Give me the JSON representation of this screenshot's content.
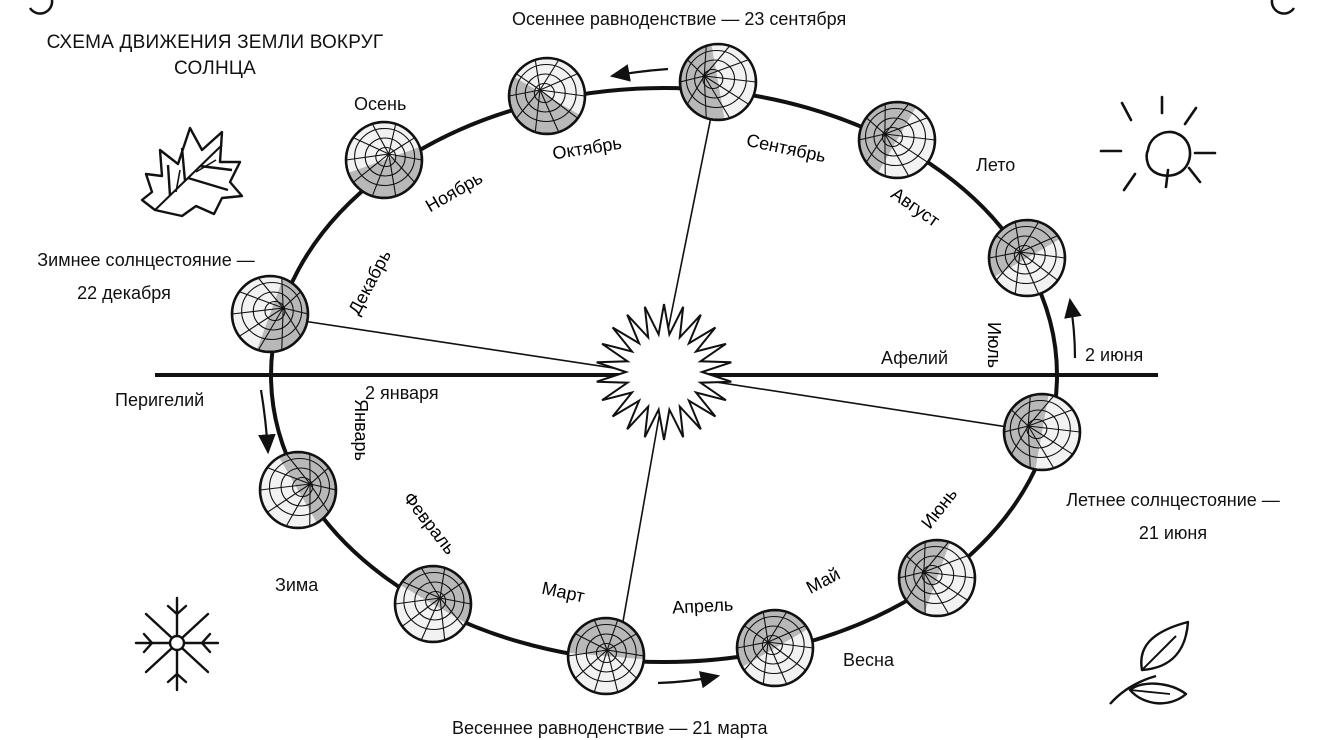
{
  "title": {
    "line1": "СХЕМА ДВИЖЕНИЯ ЗЕМЛИ ВОКРУГ",
    "line2": "СОЛНЦА"
  },
  "events": {
    "autumn_equinox": "Осеннее равноденствие — 23 сентября",
    "winter_solstice_line1": "Зимнее солнцестояние —",
    "winter_solstice_line2": "22 декабря",
    "spring_equinox": "Весеннее равноденствие — 21 марта",
    "summer_solstice_line1": "Летнее солнцестояние —",
    "summer_solstice_line2": "21 июня"
  },
  "apsides": {
    "perihelion": "Перигелий",
    "perihelion_date": "2 января",
    "aphelion": "Афелий",
    "aphelion_date": "2 июня"
  },
  "seasons": {
    "autumn": "Осень",
    "summer": "Лето",
    "winter": "Зима",
    "spring": "Весна"
  },
  "months": {
    "october": "Октябрь",
    "september": "Сентябрь",
    "november": "Ноябрь",
    "august": "Август",
    "december": "Декабрь",
    "july": "Июль",
    "january": "Январь",
    "february": "Февраль",
    "march": "Март",
    "april": "Апрель",
    "may": "Май",
    "june": "Июнь"
  },
  "icons": [
    "maple-leaf-icon",
    "sun-icon",
    "snowflake-icon",
    "leaf-icon"
  ],
  "colors": {
    "ink": "#111111",
    "earth_shade": "#b8b8b8",
    "earth_light": "#f2f2f2"
  }
}
